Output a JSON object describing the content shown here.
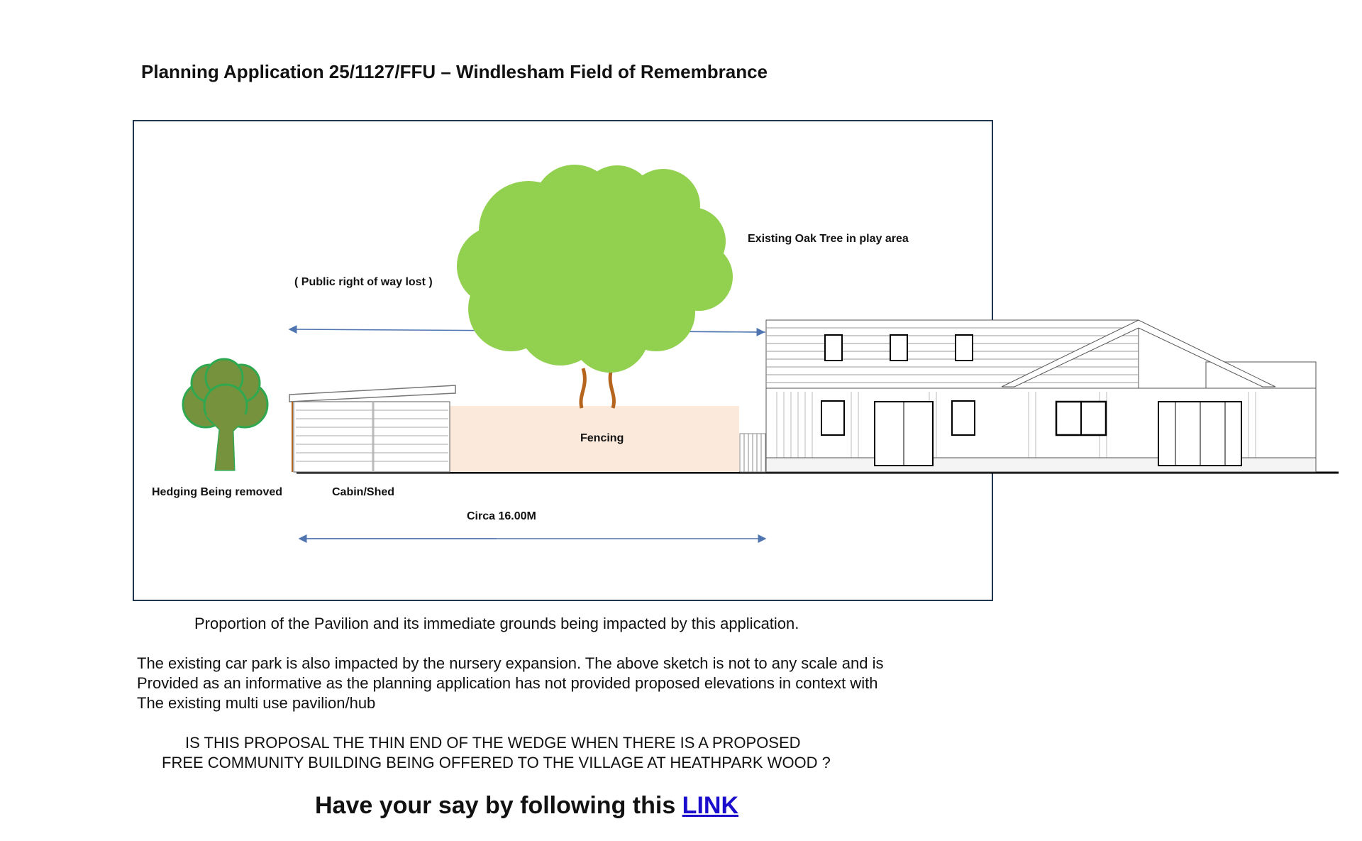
{
  "title": "Planning Application 25/1127/FFU – Windlesham Field of Remembrance",
  "diagram": {
    "labels": {
      "public_right_of_way": "( Public right of way lost )",
      "existing_oak": "Existing Oak Tree in play area",
      "fencing": "Fencing",
      "hedging": "Hedging Being removed",
      "cabin": "Cabin/Shed",
      "dimension": "Circa 16.00M"
    },
    "colors": {
      "frame": "#1f3550",
      "oak_canopy": "#92d050",
      "hedge_fill": "#76923c",
      "hedge_outline": "#2fa84f",
      "fencing": "#fbe9dc",
      "arrow": "#4f75b0",
      "trunk": "#b5651d"
    }
  },
  "caption": "Proportion of the Pavilion and its immediate grounds being impacted by this application.",
  "paragraph": [
    "The existing car park is also impacted by the nursery expansion. The above sketch is not to any scale and is",
    "Provided as an informative as the planning application has not provided proposed elevations in context with",
    "The existing multi use pavilion/hub"
  ],
  "question": [
    "IS THIS PROPOSAL THE THIN END OF THE WEDGE WHEN THERE IS A PROPOSED",
    "FREE COMMUNITY BUILDING BEING OFFERED TO THE VILLAGE AT HEATHPARK WOOD ?"
  ],
  "cta": {
    "text": "Have your say by following this ",
    "link": "LINK"
  }
}
